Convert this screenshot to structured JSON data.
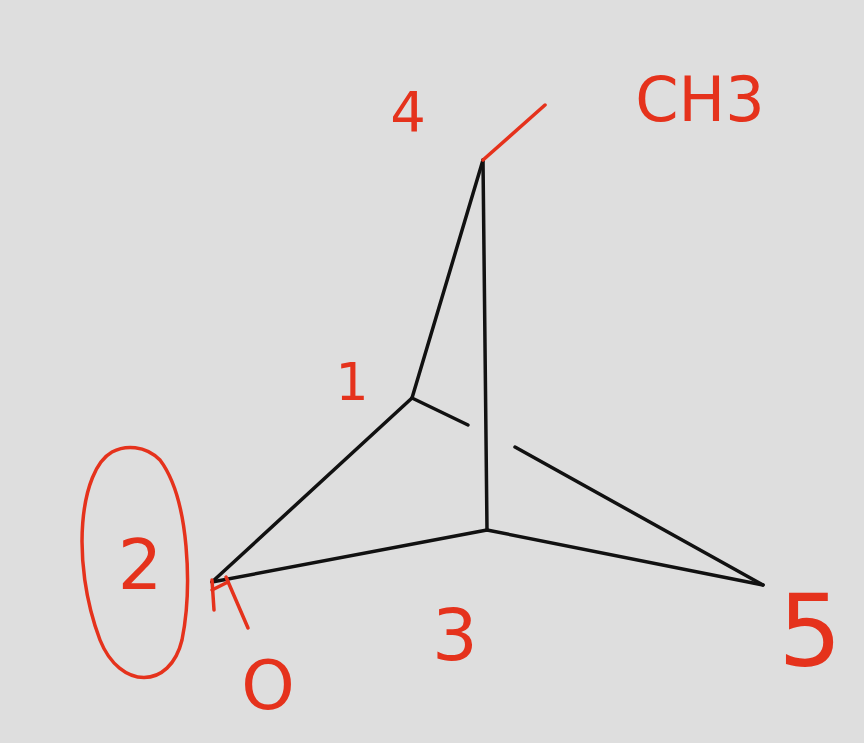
{
  "diagram": {
    "labels": [
      "4",
      "CH3",
      "1",
      "2",
      "O",
      "3",
      "5"
    ]
  }
}
